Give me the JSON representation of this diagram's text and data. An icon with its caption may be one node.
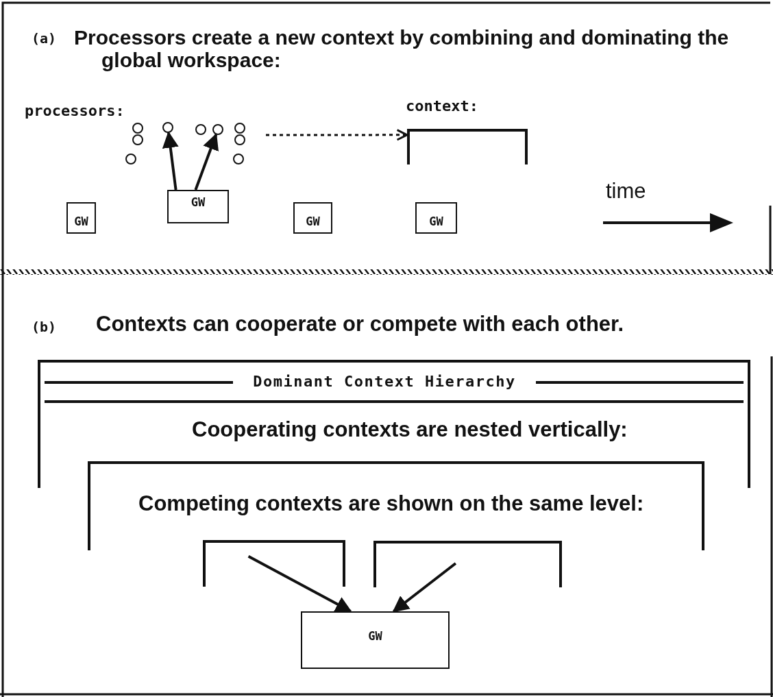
{
  "diagram": {
    "nodes": [
      {
        "text": [],
        "shape": "circle"
      },
      {
        "text": [],
        "shape": "circle"
      },
      {
        "text": [],
        "shape": "circle"
      },
      {
        "text": [],
        "shape": "circle"
      },
      {
        "text": [],
        "shape": "circle"
      },
      {
        "text": [],
        "shape": "circle"
      },
      {
        "text": [],
        "shape": "circle"
      },
      {
        "text": [],
        "shape": "circle"
      },
      {
        "text": [],
        "shape": "circle"
      },
      {
        "text": [
          "context:"
        ]
      },
      {
        "text": [
          "GW"
        ]
      },
      {
        "text": [
          "GW"
        ]
      },
      {
        "text": [
          "GW"
        ]
      },
      {
        "text": [
          "GW"
        ]
      },
      {
        "text": [
          "Dominant Context Hierarchy",
          "Cooperating contexts are nested vertically:"
        ]
      },
      {
        "text": [
          "Competing contexts are shown on the same level:"
        ],
        "in": 14
      },
      {
        "text": [],
        "shape": "bracket",
        "in": 15
      },
      {
        "text": [],
        "shape": "bracket",
        "in": 15
      },
      {
        "text": [
          "GW"
        ]
      }
    ],
    "edges": [
      {
        "from": 11,
        "to": 3,
        "arrow": "to"
      },
      {
        "from": 11,
        "to": 5,
        "arrow": "to"
      },
      {
        "from": null,
        "to": 9,
        "arrow": "to",
        "style": "dashed"
      },
      {
        "from": 16,
        "to": 18,
        "arrow": "to"
      },
      {
        "from": 17,
        "to": 18,
        "arrow": "to"
      }
    ],
    "labels": [
      "(a)",
      "Processors create a new context by combining and dominating the global workspace:",
      "processors:",
      "time",
      "(b)",
      "Contexts can cooperate or compete with each other."
    ]
  }
}
